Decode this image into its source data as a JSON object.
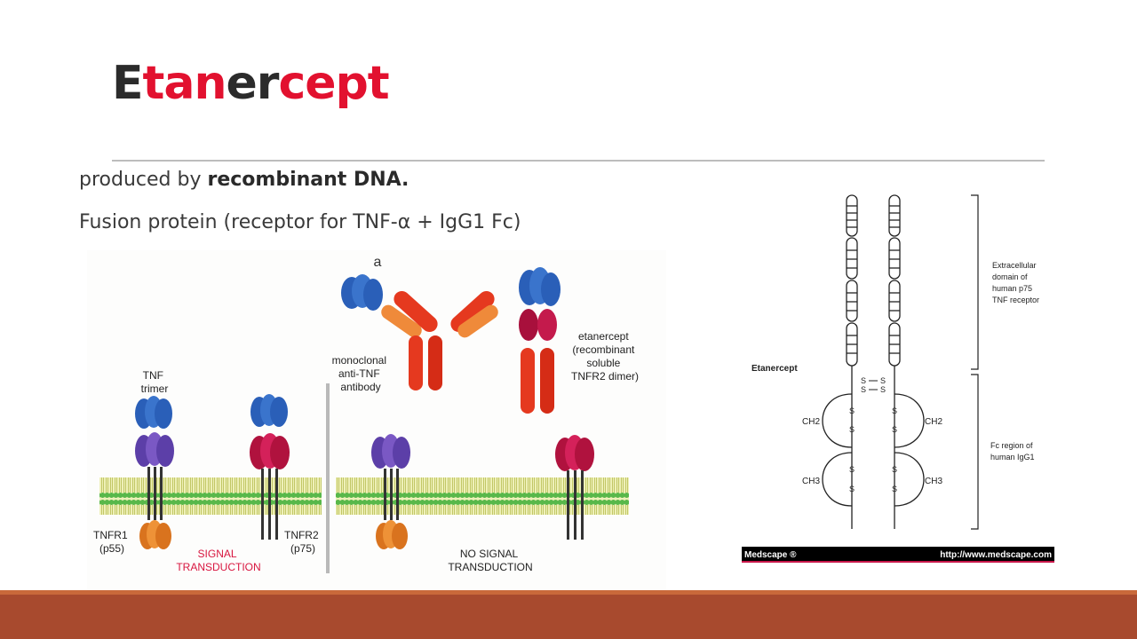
{
  "slide": {
    "title_parts": [
      "E",
      "t",
      "a",
      "n",
      "e",
      "r",
      "c",
      "e",
      "p",
      "t"
    ],
    "line1_prefix": "produced by ",
    "line1_bold": "recombinant DNA.",
    "line2": "Fusion protein (receptor for TNF-α + IgG1 Fc)"
  },
  "figure_a": {
    "panel_letter": "a",
    "tnf_trimer": [
      "TNF",
      "trimer"
    ],
    "antibody": [
      "monoclonal",
      "anti-TNF",
      "antibody"
    ],
    "etanercept": [
      "etanercept",
      "(recombinant",
      "soluble",
      "TNFR2 dimer)"
    ],
    "tnfr1": [
      "TNFR1",
      "(p55)"
    ],
    "tnfr2": [
      "TNFR2",
      "(p75)"
    ],
    "signal": [
      "SIGNAL",
      "TRANSDUCTION"
    ],
    "no_signal": [
      "NO SIGNAL",
      "TRANSDUCTION"
    ]
  },
  "figure_b": {
    "etanercept_label": "Etanercept",
    "extracellular": [
      "Extracellular",
      "domain of",
      "human p75",
      "TNF receptor"
    ],
    "fc_region": [
      "Fc region of",
      "human IgG1"
    ],
    "ch2": "CH2",
    "ch3": "CH3",
    "ss_mark": "S",
    "source_left": "Medscape ®",
    "source_right": "http://www.medscape.com"
  },
  "colors": {
    "title_dark": "#2b2b2b",
    "title_red": "#e2112f",
    "footer": "#a84a2e",
    "membrane": "#4caf3f",
    "tnf_blue": "#2a5fb8",
    "tnfr1_purple": "#6a4bb5",
    "tnfr2_crimson": "#c8174a",
    "antibody_red": "#e5391f",
    "antibody_orange": "#f08a3b",
    "intracellular_orange": "#e07b24",
    "signal_red": "#d8163f"
  }
}
